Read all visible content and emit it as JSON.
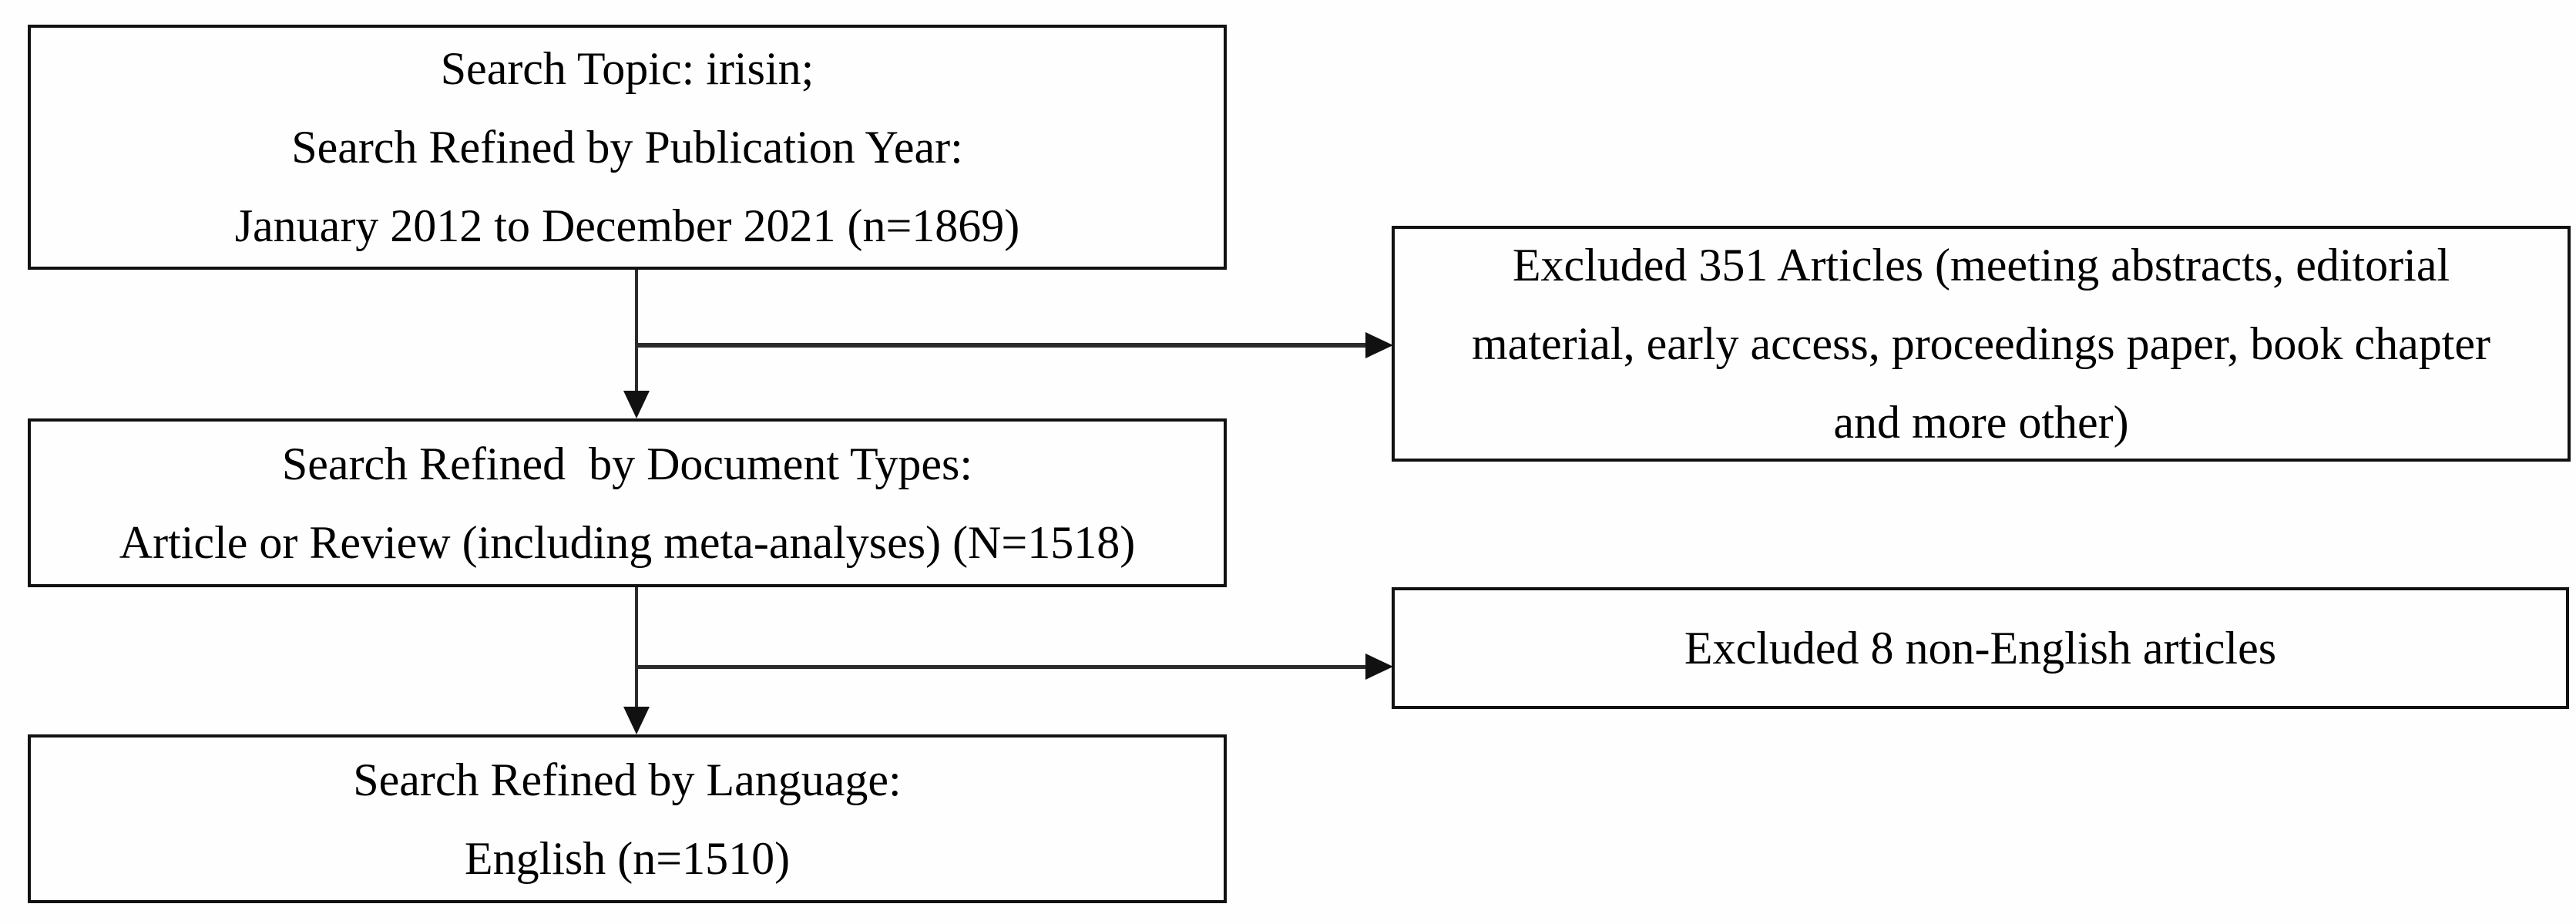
{
  "figure": {
    "type": "flowchart",
    "description": "Literature search refinement flow diagram",
    "colors": {
      "background": "#fefefe",
      "box_border": "#111111",
      "connector": "#2b2b2b",
      "text": "#000000"
    }
  },
  "boxes": [
    {
      "id": "search-topic",
      "lines": [
        "Search Topic: irisin;",
        "Search Refined by Publication Year:",
        "January 2012 to December 2021 (n=1869)"
      ]
    },
    {
      "id": "excluded-articles",
      "lines": [
        "Excluded 351 Articles (meeting abstracts, editorial",
        "material, early access, proceedings paper, book chapter",
        "and more other)"
      ]
    },
    {
      "id": "document-types",
      "lines": [
        "Search Refined  by Document Types:",
        "Article or Review (including meta-analyses) (N=1518)"
      ]
    },
    {
      "id": "non-english",
      "lines": [
        "Excluded 8 non-English articles"
      ]
    },
    {
      "id": "language",
      "lines": [
        "Search Refined by Language:",
        "English (n=1510)"
      ]
    }
  ],
  "connections": [
    {
      "from": "search-topic",
      "to": "document-types",
      "direction": "down"
    },
    {
      "from": "search-topic",
      "to": "excluded-articles",
      "direction": "right"
    },
    {
      "from": "document-types",
      "to": "language",
      "direction": "down"
    },
    {
      "from": "document-types",
      "to": "non-english",
      "direction": "right"
    }
  ]
}
